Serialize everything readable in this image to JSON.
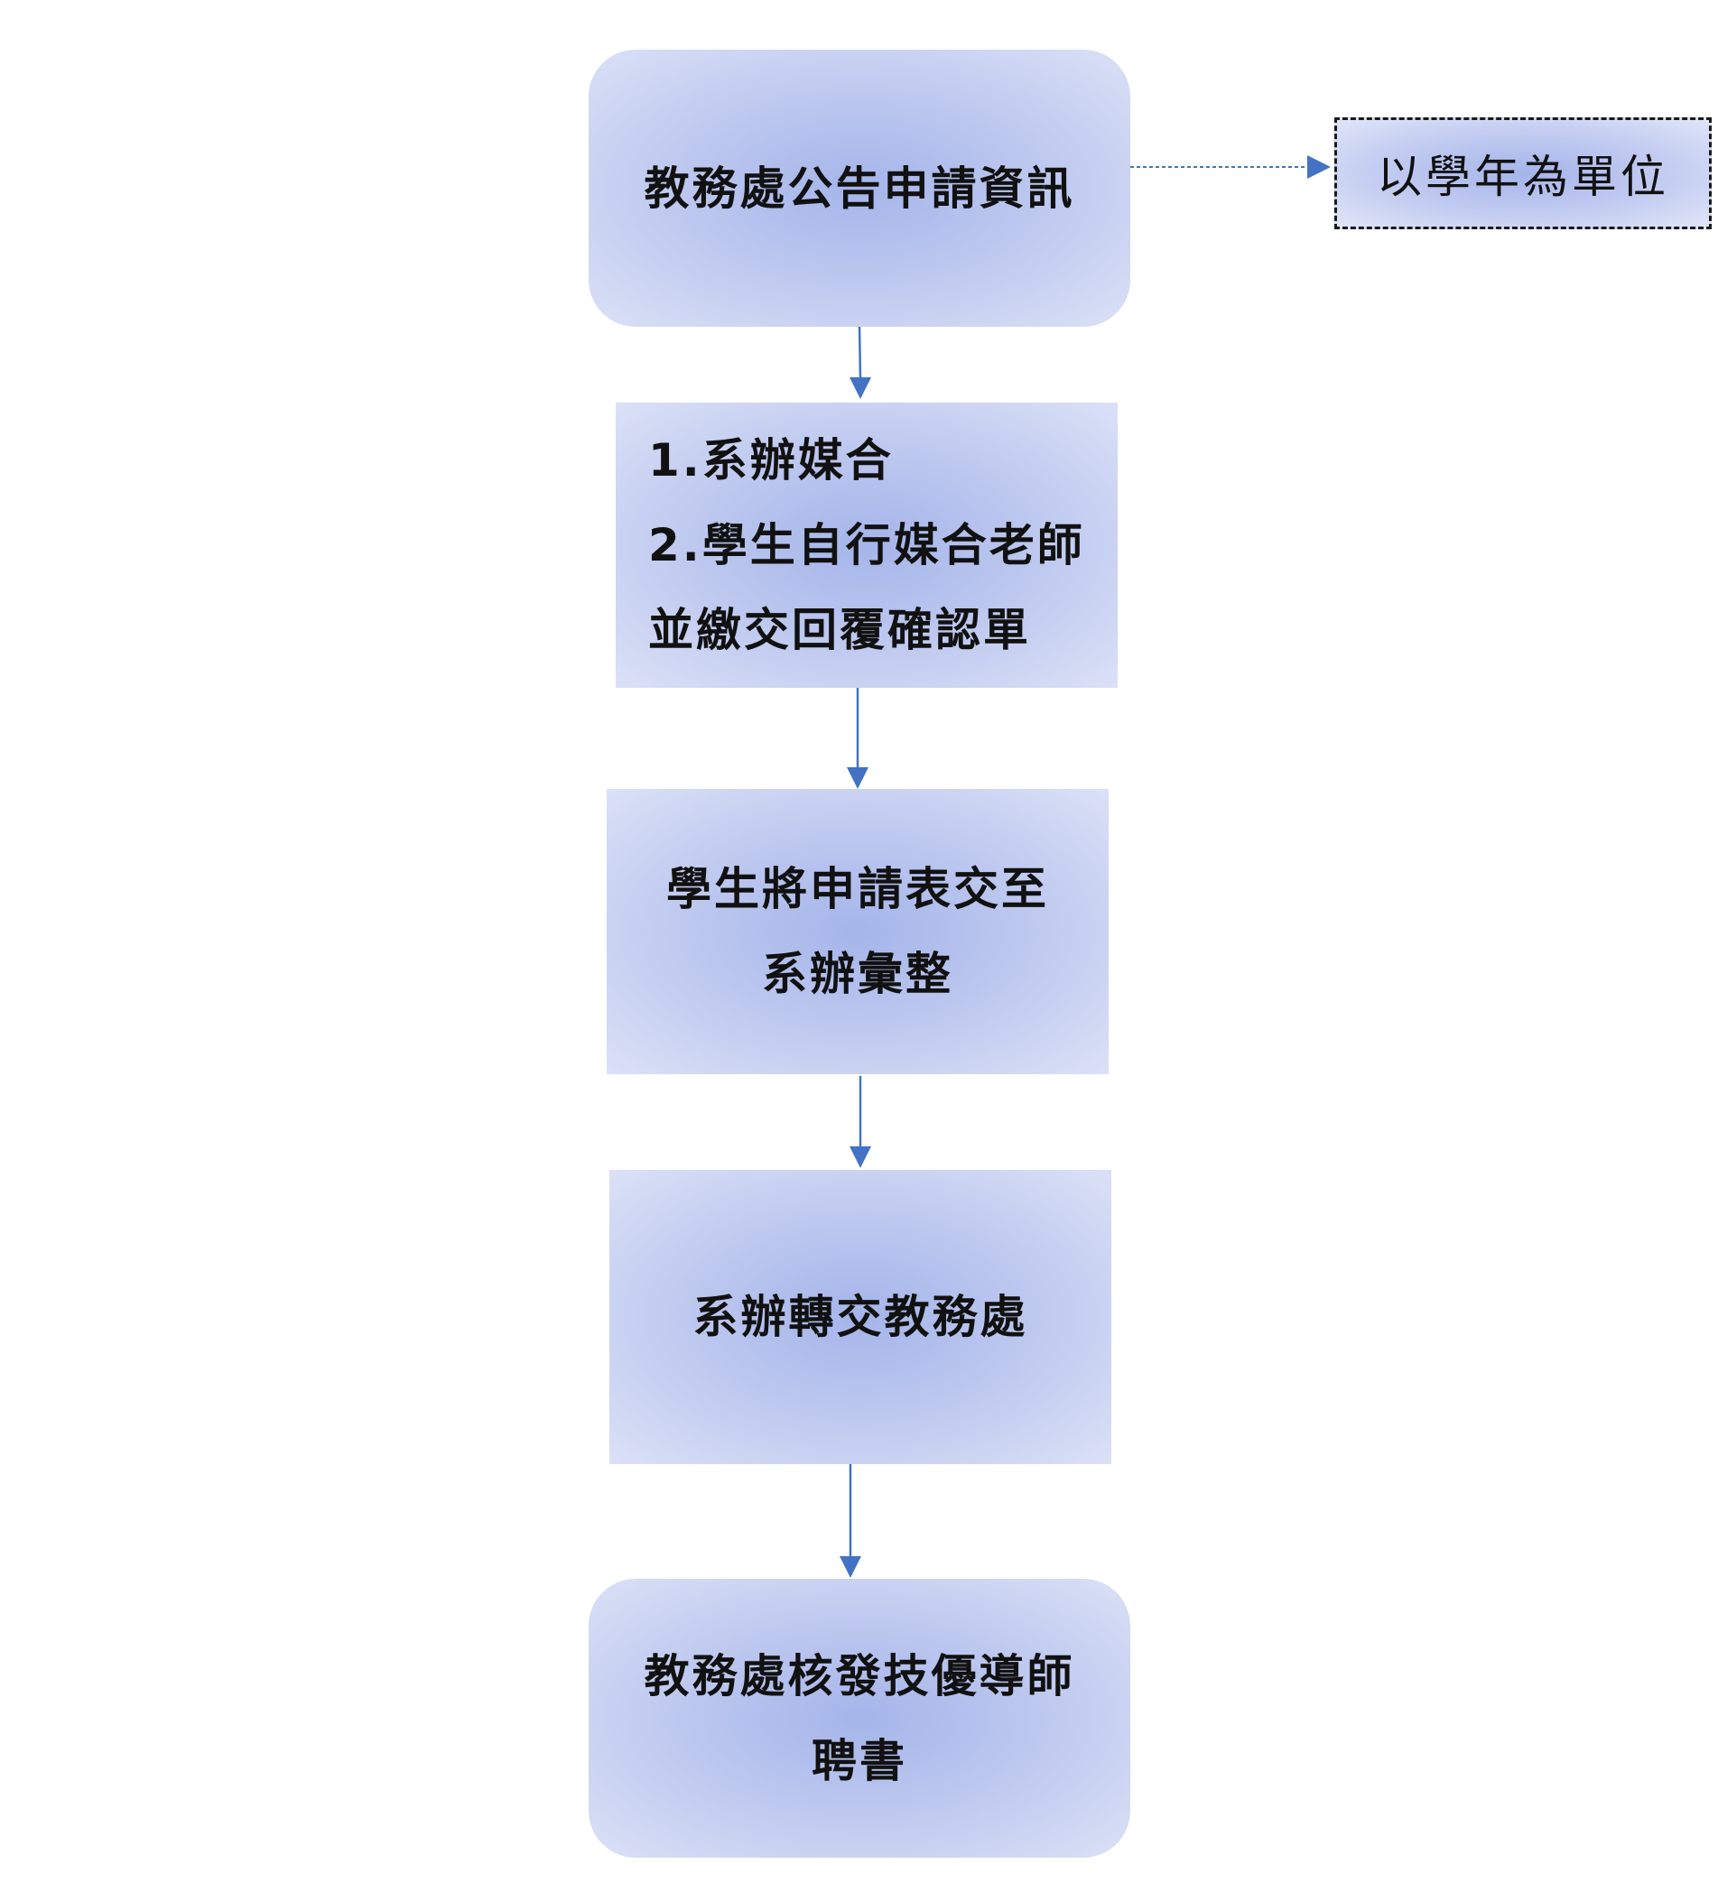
{
  "nodes": {
    "step1": {
      "lines": [
        "教務處公告申請資訊"
      ]
    },
    "step2": {
      "lines": [
        "1.系辦媒合",
        "2.學生自行媒合老師",
        "並繳交回覆確認單"
      ]
    },
    "step3": {
      "lines": [
        "學生將申請表交至",
        "系辦彙整"
      ]
    },
    "step4": {
      "lines": [
        "系辦轉交教務處"
      ]
    },
    "step5": {
      "lines": [
        "教務處核發技優導師",
        "聘書"
      ]
    }
  },
  "note": {
    "text": "以學年為單位"
  },
  "colors": {
    "node_center": "#a5b5ea",
    "node_edge": "#dbe1f6",
    "arrow": "#4472c4",
    "text": "#111111"
  }
}
